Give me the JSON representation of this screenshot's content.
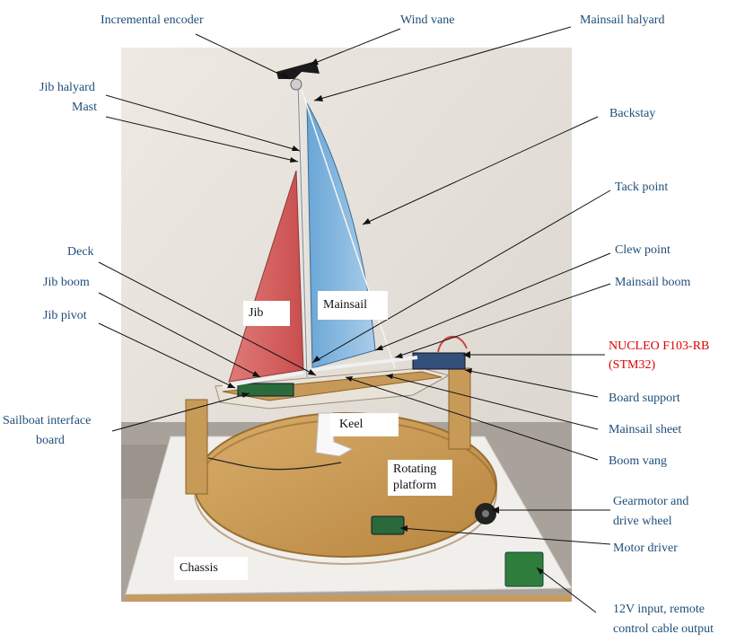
{
  "labels": {
    "incremental_encoder": "Incremental encoder",
    "wind_vane": "Wind vane",
    "mainsail_halyard": "Mainsail halyard",
    "jib_halyard": "Jib halyard",
    "mast": "Mast",
    "backstay": "Backstay",
    "tack_point": "Tack point",
    "clew_point": "Clew point",
    "mainsail_boom": "Mainsail boom",
    "deck": "Deck",
    "jib_boom": "Jib boom",
    "jib_pivot": "Jib pivot",
    "sailboat_interface_board_1": "Sailboat interface",
    "sailboat_interface_board_2": "board",
    "nucleo_1": "NUCLEO F103-RB",
    "nucleo_2": "(STM32)",
    "board_support": "Board support",
    "mainsail_sheet": "Mainsail sheet",
    "boom_vang": "Boom vang",
    "gearmotor_1": "Gearmotor and",
    "gearmotor_2": "drive wheel",
    "motor_driver": "Motor driver",
    "input_1": "12V input, remote",
    "input_2": "control cable output"
  },
  "in_photo_labels": {
    "jib": "Jib",
    "mainsail": "Mainsail",
    "keel": "Keel",
    "rotating_platform_1": "Rotating",
    "rotating_platform_2": "platform",
    "chassis": "Chassis"
  },
  "colors": {
    "label_text": "#1f4e79",
    "highlight_text": "#e00000",
    "leader_line": "#111111",
    "jib_sail": "#d85a5a",
    "mainsail": "#7fb6de",
    "wood": "#c99a55",
    "wall": "#e9e4dc"
  }
}
